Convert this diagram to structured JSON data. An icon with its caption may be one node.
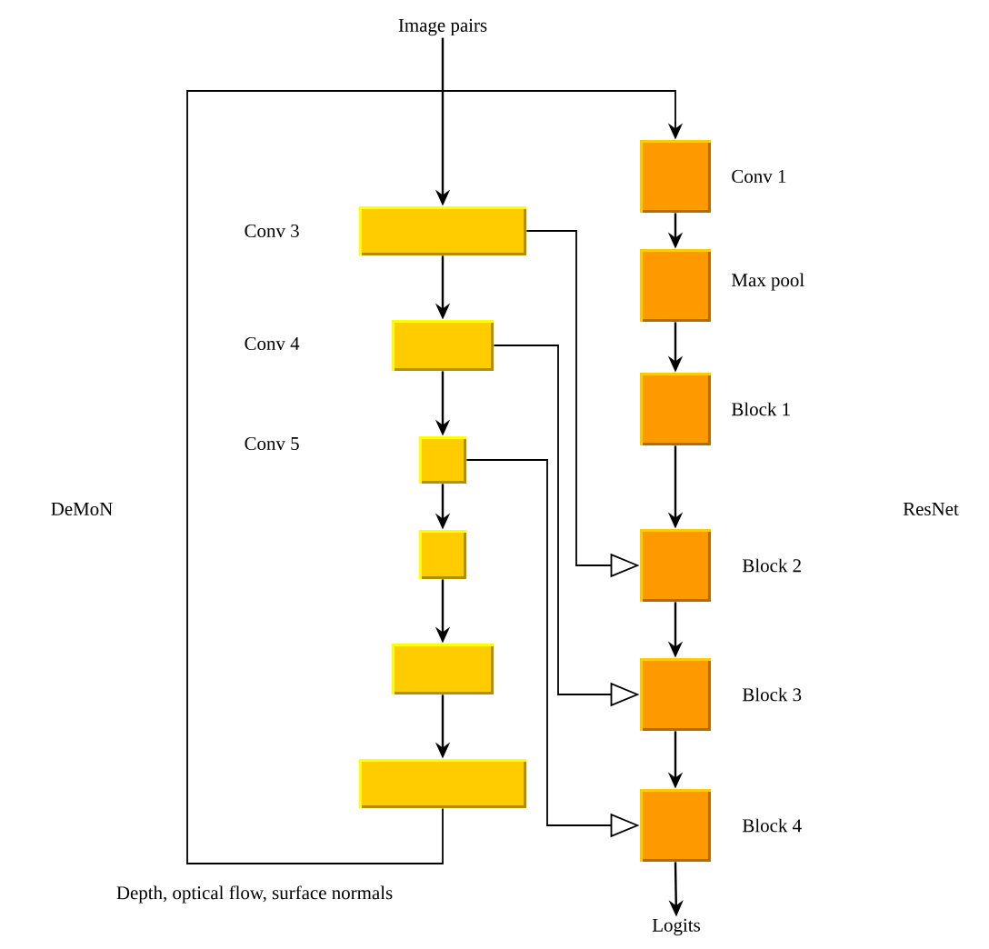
{
  "diagram": {
    "nodes": [
      {
        "text": [
          "Image pairs"
        ]
      },
      {
        "text": [],
        "shape": "box"
      },
      {
        "text": [],
        "shape": "box"
      },
      {
        "text": [],
        "shape": "box"
      },
      {
        "text": [],
        "shape": "box"
      },
      {
        "text": [],
        "shape": "box"
      },
      {
        "text": [],
        "shape": "box"
      },
      {
        "text": [],
        "shape": "box",
        "beside": [
          "Conv 1"
        ]
      },
      {
        "text": [],
        "shape": "box",
        "beside": [
          "Max pool"
        ]
      },
      {
        "text": [],
        "shape": "box",
        "beside": [
          "Block 1"
        ]
      },
      {
        "text": [],
        "shape": "box",
        "beside": [
          "Block 2"
        ]
      },
      {
        "text": [],
        "shape": "box",
        "beside": [
          "Block 3"
        ]
      },
      {
        "text": [],
        "shape": "box",
        "beside": [
          "Block 4"
        ]
      },
      {
        "text": [
          "Logits"
        ]
      }
    ],
    "edges": [
      {
        "from": 0,
        "to": 1,
        "arrow": "to"
      },
      {
        "from": 1,
        "to": 2,
        "arrow": "to"
      },
      {
        "from": 2,
        "to": 3,
        "arrow": "to"
      },
      {
        "from": 3,
        "to": 4,
        "arrow": "to"
      },
      {
        "from": 4,
        "to": 5,
        "arrow": "to"
      },
      {
        "from": 5,
        "to": 6,
        "arrow": "to"
      },
      {
        "from": 6,
        "to": 7,
        "arrow": "to"
      },
      {
        "from": 7,
        "to": 8,
        "arrow": "to"
      },
      {
        "from": 8,
        "to": 9,
        "arrow": "to"
      },
      {
        "from": 9,
        "to": 10,
        "arrow": "to"
      },
      {
        "from": 10,
        "to": 11,
        "arrow": "to"
      },
      {
        "from": 11,
        "to": 12,
        "arrow": "to"
      },
      {
        "from": 12,
        "to": 13,
        "arrow": "to"
      },
      {
        "from": 1,
        "to": 10,
        "arrow": "to"
      },
      {
        "from": 2,
        "to": 11,
        "arrow": "to"
      },
      {
        "from": 3,
        "to": 12,
        "arrow": "to"
      }
    ],
    "labels": [
      "Conv 3",
      "Conv 4",
      "Conv 5",
      "DeMoN",
      "ResNet",
      "Depth, optical flow, surface normals"
    ]
  }
}
